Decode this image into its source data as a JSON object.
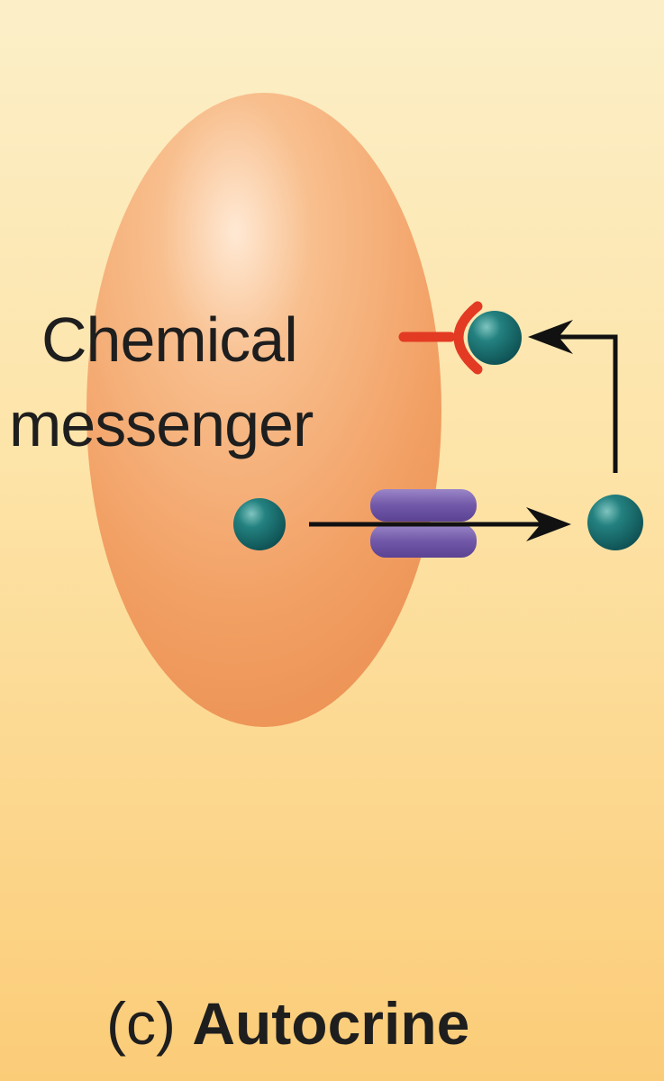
{
  "label": {
    "line1": "Chemical",
    "line2": "messenger"
  },
  "caption": {
    "letter": "(c)",
    "title": "Autocrine"
  },
  "colors": {
    "cell": "#f4a468",
    "messenger": "#1d7b7b",
    "receptor": "#e33a24",
    "channel": "#7a5aa8",
    "arrow": "#111111"
  }
}
